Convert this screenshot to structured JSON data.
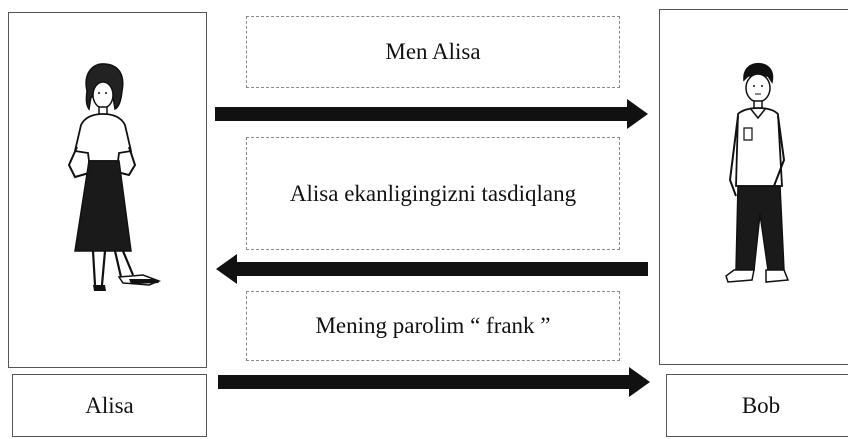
{
  "participants": {
    "left": {
      "label": "Alisa"
    },
    "right": {
      "label": "Bob"
    }
  },
  "messages": [
    {
      "text": "Men Alisa",
      "direction": "right"
    },
    {
      "text": "Alisa ekanligingizni tasdiqlang",
      "direction": "left"
    },
    {
      "text": "Mening parolim “ frank ”",
      "direction": "right"
    }
  ],
  "colors": {
    "arrow": "#111111",
    "border": "#555555"
  }
}
